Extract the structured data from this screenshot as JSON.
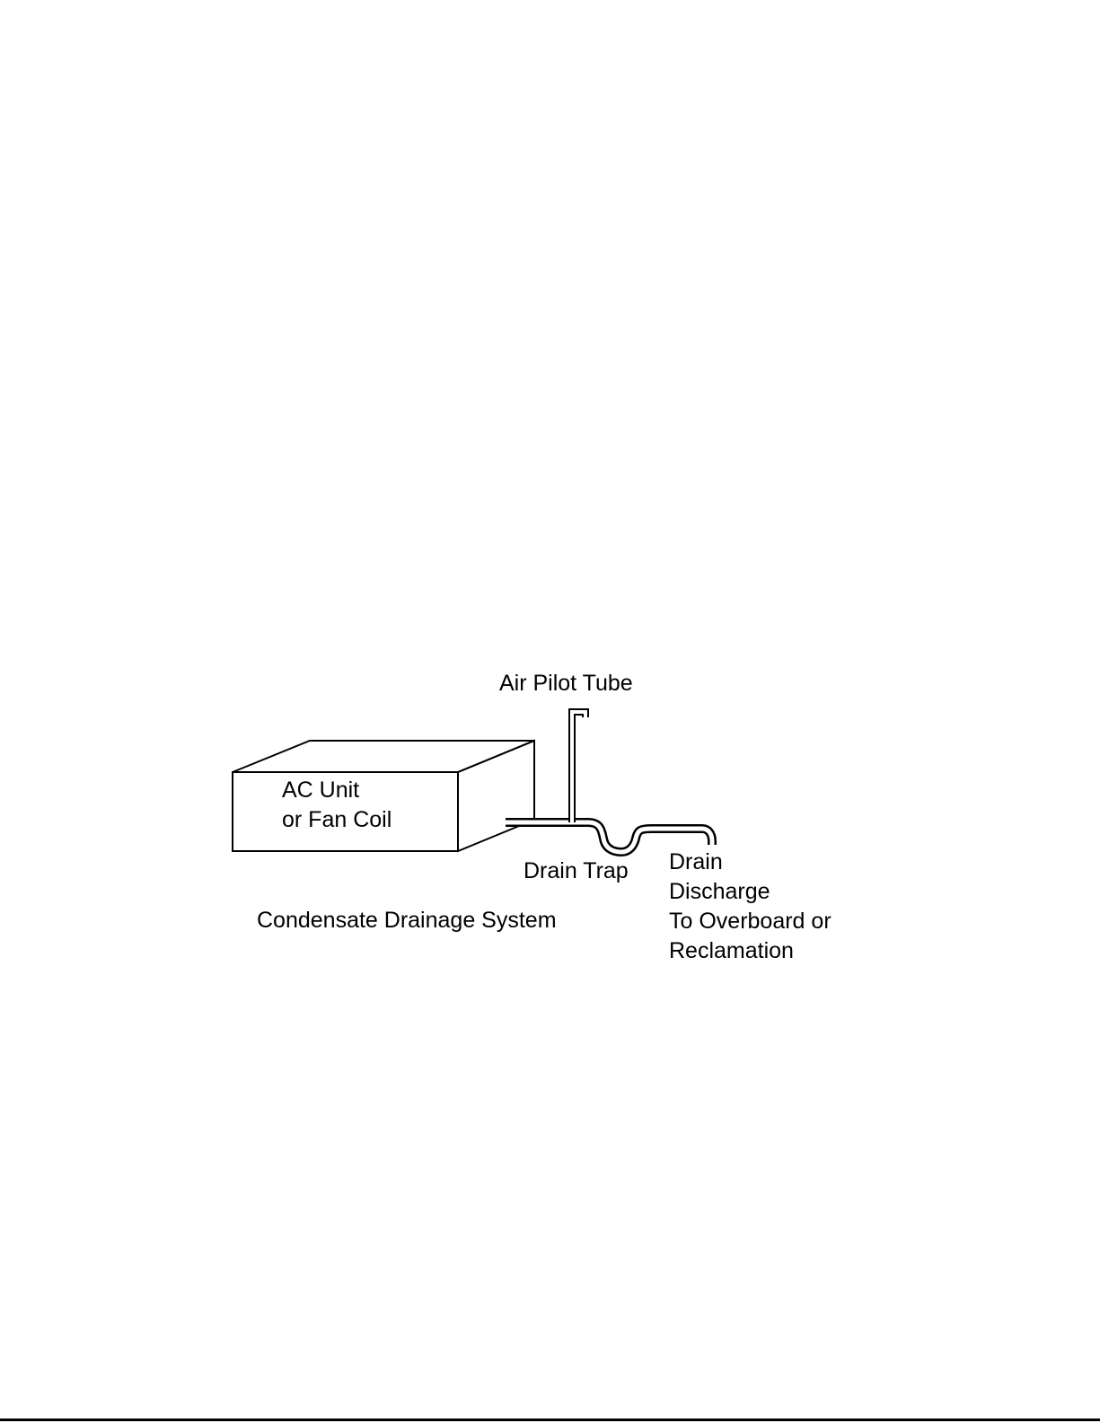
{
  "diagram": {
    "labels": {
      "air_pilot_tube": "Air Pilot Tube",
      "ac_unit_line1": "AC Unit",
      "ac_unit_line2": "or Fan Coil",
      "drain_trap": "Drain Trap",
      "discharge_line1": "Drain",
      "discharge_line2": "Discharge",
      "discharge_line3": "To Overboard or",
      "discharge_line4": "Reclamation"
    },
    "caption": "Condensate Drainage System"
  },
  "colors": {
    "stroke": "#000000",
    "background": "#ffffff"
  }
}
